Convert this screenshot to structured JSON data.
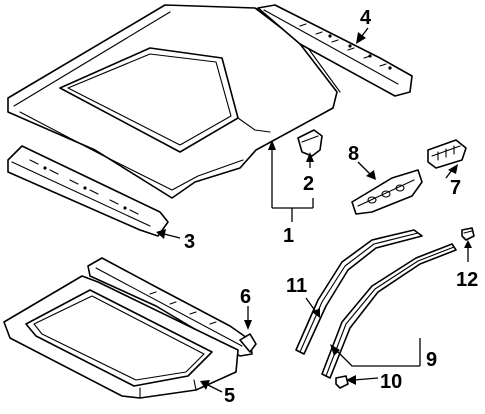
{
  "diagram": {
    "callouts": [
      {
        "id": "1",
        "text": "1"
      },
      {
        "id": "2",
        "text": "2"
      },
      {
        "id": "3",
        "text": "3"
      },
      {
        "id": "4",
        "text": "4"
      },
      {
        "id": "5",
        "text": "5"
      },
      {
        "id": "6",
        "text": "6"
      },
      {
        "id": "7",
        "text": "7"
      },
      {
        "id": "8",
        "text": "8"
      },
      {
        "id": "9",
        "text": "9"
      },
      {
        "id": "10",
        "text": "10"
      },
      {
        "id": "11",
        "text": "11"
      },
      {
        "id": "12",
        "text": "12"
      }
    ],
    "parts": [
      {
        "name": "roof-panel-icon"
      },
      {
        "name": "molding-cap-icon"
      },
      {
        "name": "front-header-panel-icon"
      },
      {
        "name": "rear-header-panel-icon"
      },
      {
        "name": "sunroof-frame-icon"
      },
      {
        "name": "frame-rail-icon"
      },
      {
        "name": "rear-bracket-icon"
      },
      {
        "name": "front-bracket-icon"
      },
      {
        "name": "drip-molding-icon"
      },
      {
        "name": "roof-molding-icon"
      },
      {
        "name": "clip-icon"
      }
    ],
    "colors": {
      "line": "#000000",
      "background": "#ffffff"
    }
  }
}
